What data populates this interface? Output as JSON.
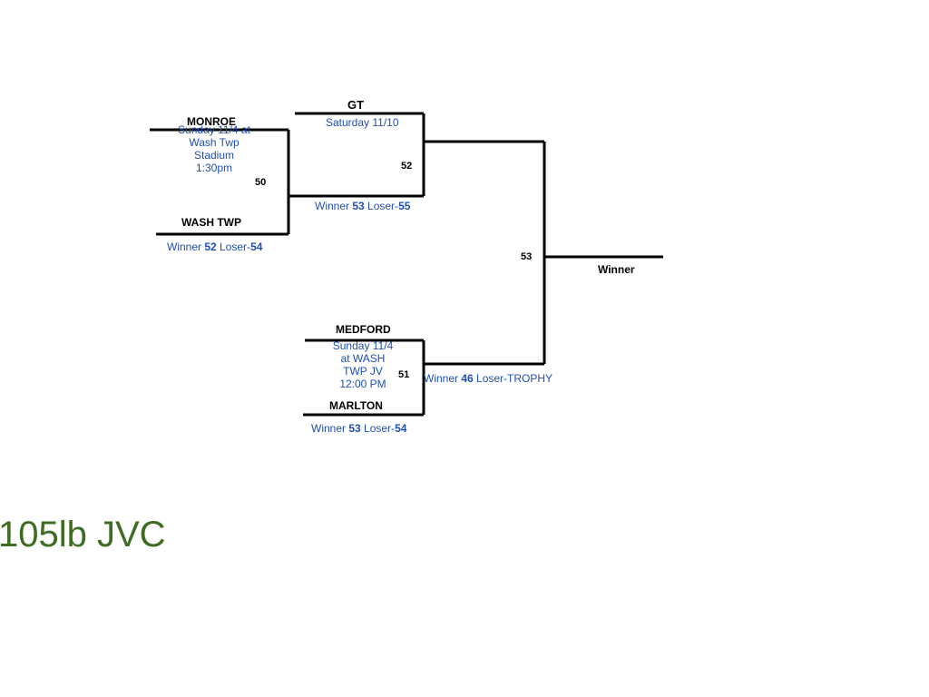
{
  "title": "105lb JVC",
  "colors": {
    "line": "#000000",
    "note": "#1f4fb4",
    "title": "#3f6b22"
  },
  "teams": {
    "gt": "GT",
    "monroe": "MONROE",
    "wash_twp": "WASH TWP",
    "medford": "MEDFORD",
    "marlton": "MARLTON",
    "winner": "Winner"
  },
  "match_numbers": {
    "m50": "50",
    "m51": "51",
    "m52": "52",
    "m53": "53"
  },
  "schedules": {
    "m50": [
      "Sunday 11/4 at",
      "Wash Twp",
      "Stadium",
      "1:30pm"
    ],
    "m51": [
      "Sunday 11/4",
      "at WASH",
      "TWP JV",
      "12:00 PM"
    ],
    "m52": "Saturday 11/10"
  },
  "advancement": {
    "m50": {
      "w_label": "Winner ",
      "w_num": "52",
      "l_label": " Loser-",
      "l_num": "54"
    },
    "m52": {
      "w_label": "Winner ",
      "w_num": "53",
      "l_label": " Loser-",
      "l_num": "55"
    },
    "m51_marlton": {
      "w_label": "Winner ",
      "w_num": "53",
      "l_label": " Loser-",
      "l_num": "54"
    },
    "m51_final": {
      "w_label": "Winner ",
      "w_num": "46",
      "l_label": " Loser-TROPHY"
    }
  }
}
